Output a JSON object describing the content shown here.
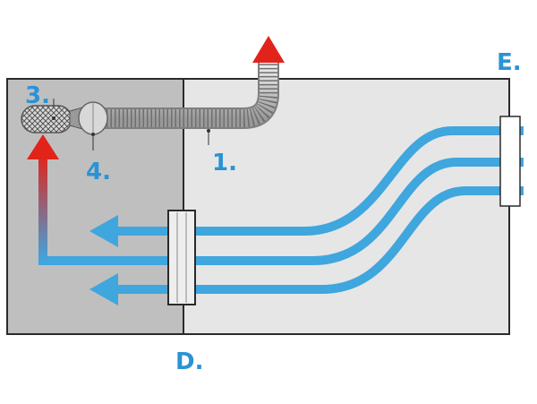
{
  "colors": {
    "background": "#ffffff",
    "dark_room": "#bfbfbf",
    "light_room": "#e6e6e6",
    "outline": "#2a2a2a",
    "flow": "#3fa6de",
    "label": "#2a93d5",
    "arrow_top": "#e2231a",
    "arrow_bottom": "#3fa6de"
  },
  "icons": {
    "exhaust_arrow": "exhaust-arrow-icon",
    "intake_arrow": "intake-arrow-icon",
    "fan": "fan-icon",
    "filter": "filter-icon"
  },
  "labels": {
    "duct": "1.",
    "filter": "3.",
    "fan": "4.",
    "wall_unit": "D.",
    "window_unit": "E."
  }
}
